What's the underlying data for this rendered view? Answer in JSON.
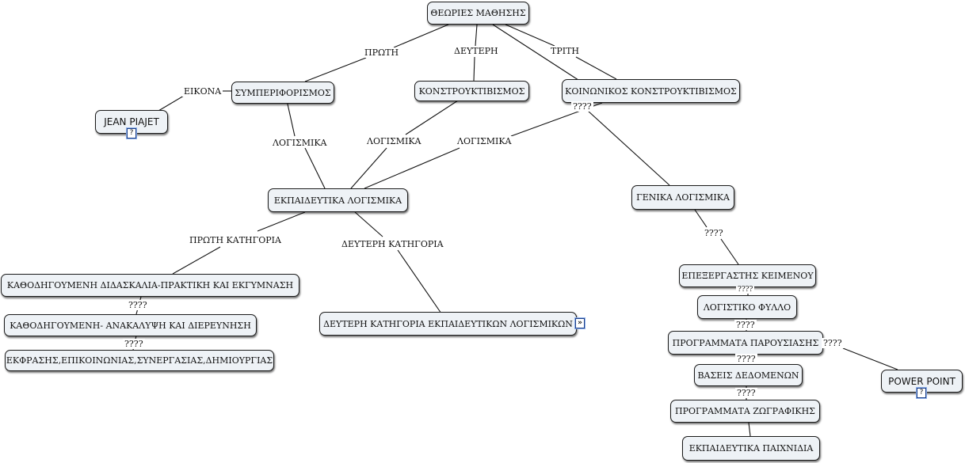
{
  "nodes": {
    "theories": "ΘΕΩΡΙΕΣ ΜΑΘΗΣΗΣ",
    "behaviorism": "ΣΥΜΠΕΡΙΦΟΡΙΣΜΟΣ",
    "constructivism": "ΚΟΝΣΤΡΟΥΚΤΙΒΙΣΜΟΣ",
    "social_constructivism": "ΚΟΙΝΩΝΙΚΟΣ ΚΟΝΣΤΡΟΥΚΤΙΒΙΣΜΟΣ",
    "jean_piajet": "JEAN PIAJET",
    "educational_software": "ΕΚΠΑΙΔΕΥΤΙΚΑ ΛΟΓΙΣΜΙΚΑ",
    "general_software": "ΓΕΝΙΚΑ ΛΟΓΙΣΜΙΚΑ",
    "guided_teaching": "ΚΑΘΟΔΗΓΟΥΜΕΝΗ ΔΙΔΑΣΚΑΛΙΑ-ΠΡΑΚΤΙΚΗ ΚΑΙ ΕΚΓΥΜΝΑΣΗ",
    "guided_discovery": "ΚΑΘΟΔΗΓΟΥΜΕΝΗ- ΑΝΑΚΑΛΥΨΗ ΚΑΙ ΔΙΕΡΕΥΝΗΣΗ",
    "expression": "ΕΚΦΡΑΣΗΣ,ΕΠΙΚΟΙΝΩΝΙΑΣ,ΣΥΝΕΡΓΑΣΙΑΣ,ΔΗΜΙΟΥΡΓΙΑΣ",
    "second_category": "ΔΕΥΤΕΡΗ ΚΑΤΗΓΟΡΙΑ ΕΚΠΑΙΔΕΥΤΙΚΩΝ ΛΟΓΙΣΜΙΚΩΝ",
    "word_processor": "ΕΠΕΞΕΡΓΑΣΤΗΣ ΚΕΙΜΕΝΟΥ",
    "spreadsheet": "ΛΟΓΙΣΤΙΚΟ ΦΥΛΛΟ",
    "presentation": "ΠΡΟΓΡΑΜΜΑΤΑ ΠΑΡΟΥΣΙΑΣΗΣ",
    "databases": "ΒΑΣΕΙΣ ΔΕΔΟΜΕΝΩΝ",
    "painting": "ΠΡΟΓΡΑΜΜΑΤΑ ΖΩΓΡΑΦΙΚΗΣ",
    "edu_games": "ΕΚΠΑΙΔΕΥΤΙΚΑ ΠΑΙΧΝΙΔΙΑ",
    "power_point": "POWER POINT"
  },
  "links": {
    "first": "ΠΡΩΤΗ",
    "second": "ΔΕΥΤΕΡΗ",
    "third": "ΤΡΙΤΗ",
    "image": "ΕΙΚΟΝΑ",
    "software_1": "ΛΟΓΙΣΜΙΚΑ",
    "software_2": "ΛΟΓΙΣΜΙΚΑ",
    "software_3": "ΛΟΓΙΣΜΙΚΑ",
    "first_category": "ΠΡΩΤΗ ΚΑΤΗΓΟΡΙΑ",
    "second_category": "ΔΕΥΤΕΡΗ ΚΑΤΗΓΟΡΙΑ",
    "q_social": "????",
    "q_general": "????",
    "q_guided_1": "????",
    "q_guided_2": "????",
    "q_word": "????",
    "q_spreadsheet": "????",
    "q_presentation": "????",
    "q_databases": "????",
    "q_power_point": "????"
  },
  "icons": {
    "doc": "?",
    "expand": "»"
  }
}
